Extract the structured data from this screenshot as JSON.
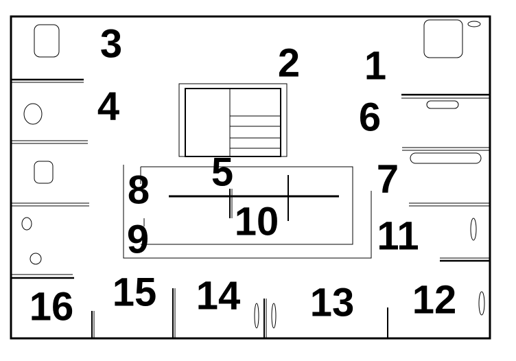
{
  "diagram": {
    "type": "floor-plan",
    "room_labels": [
      "1",
      "2",
      "3",
      "4",
      "5",
      "6",
      "7",
      "8",
      "9",
      "10",
      "11",
      "12",
      "13",
      "14",
      "15",
      "16"
    ]
  },
  "colors": {
    "line": "#000000",
    "background": "#ffffff"
  }
}
